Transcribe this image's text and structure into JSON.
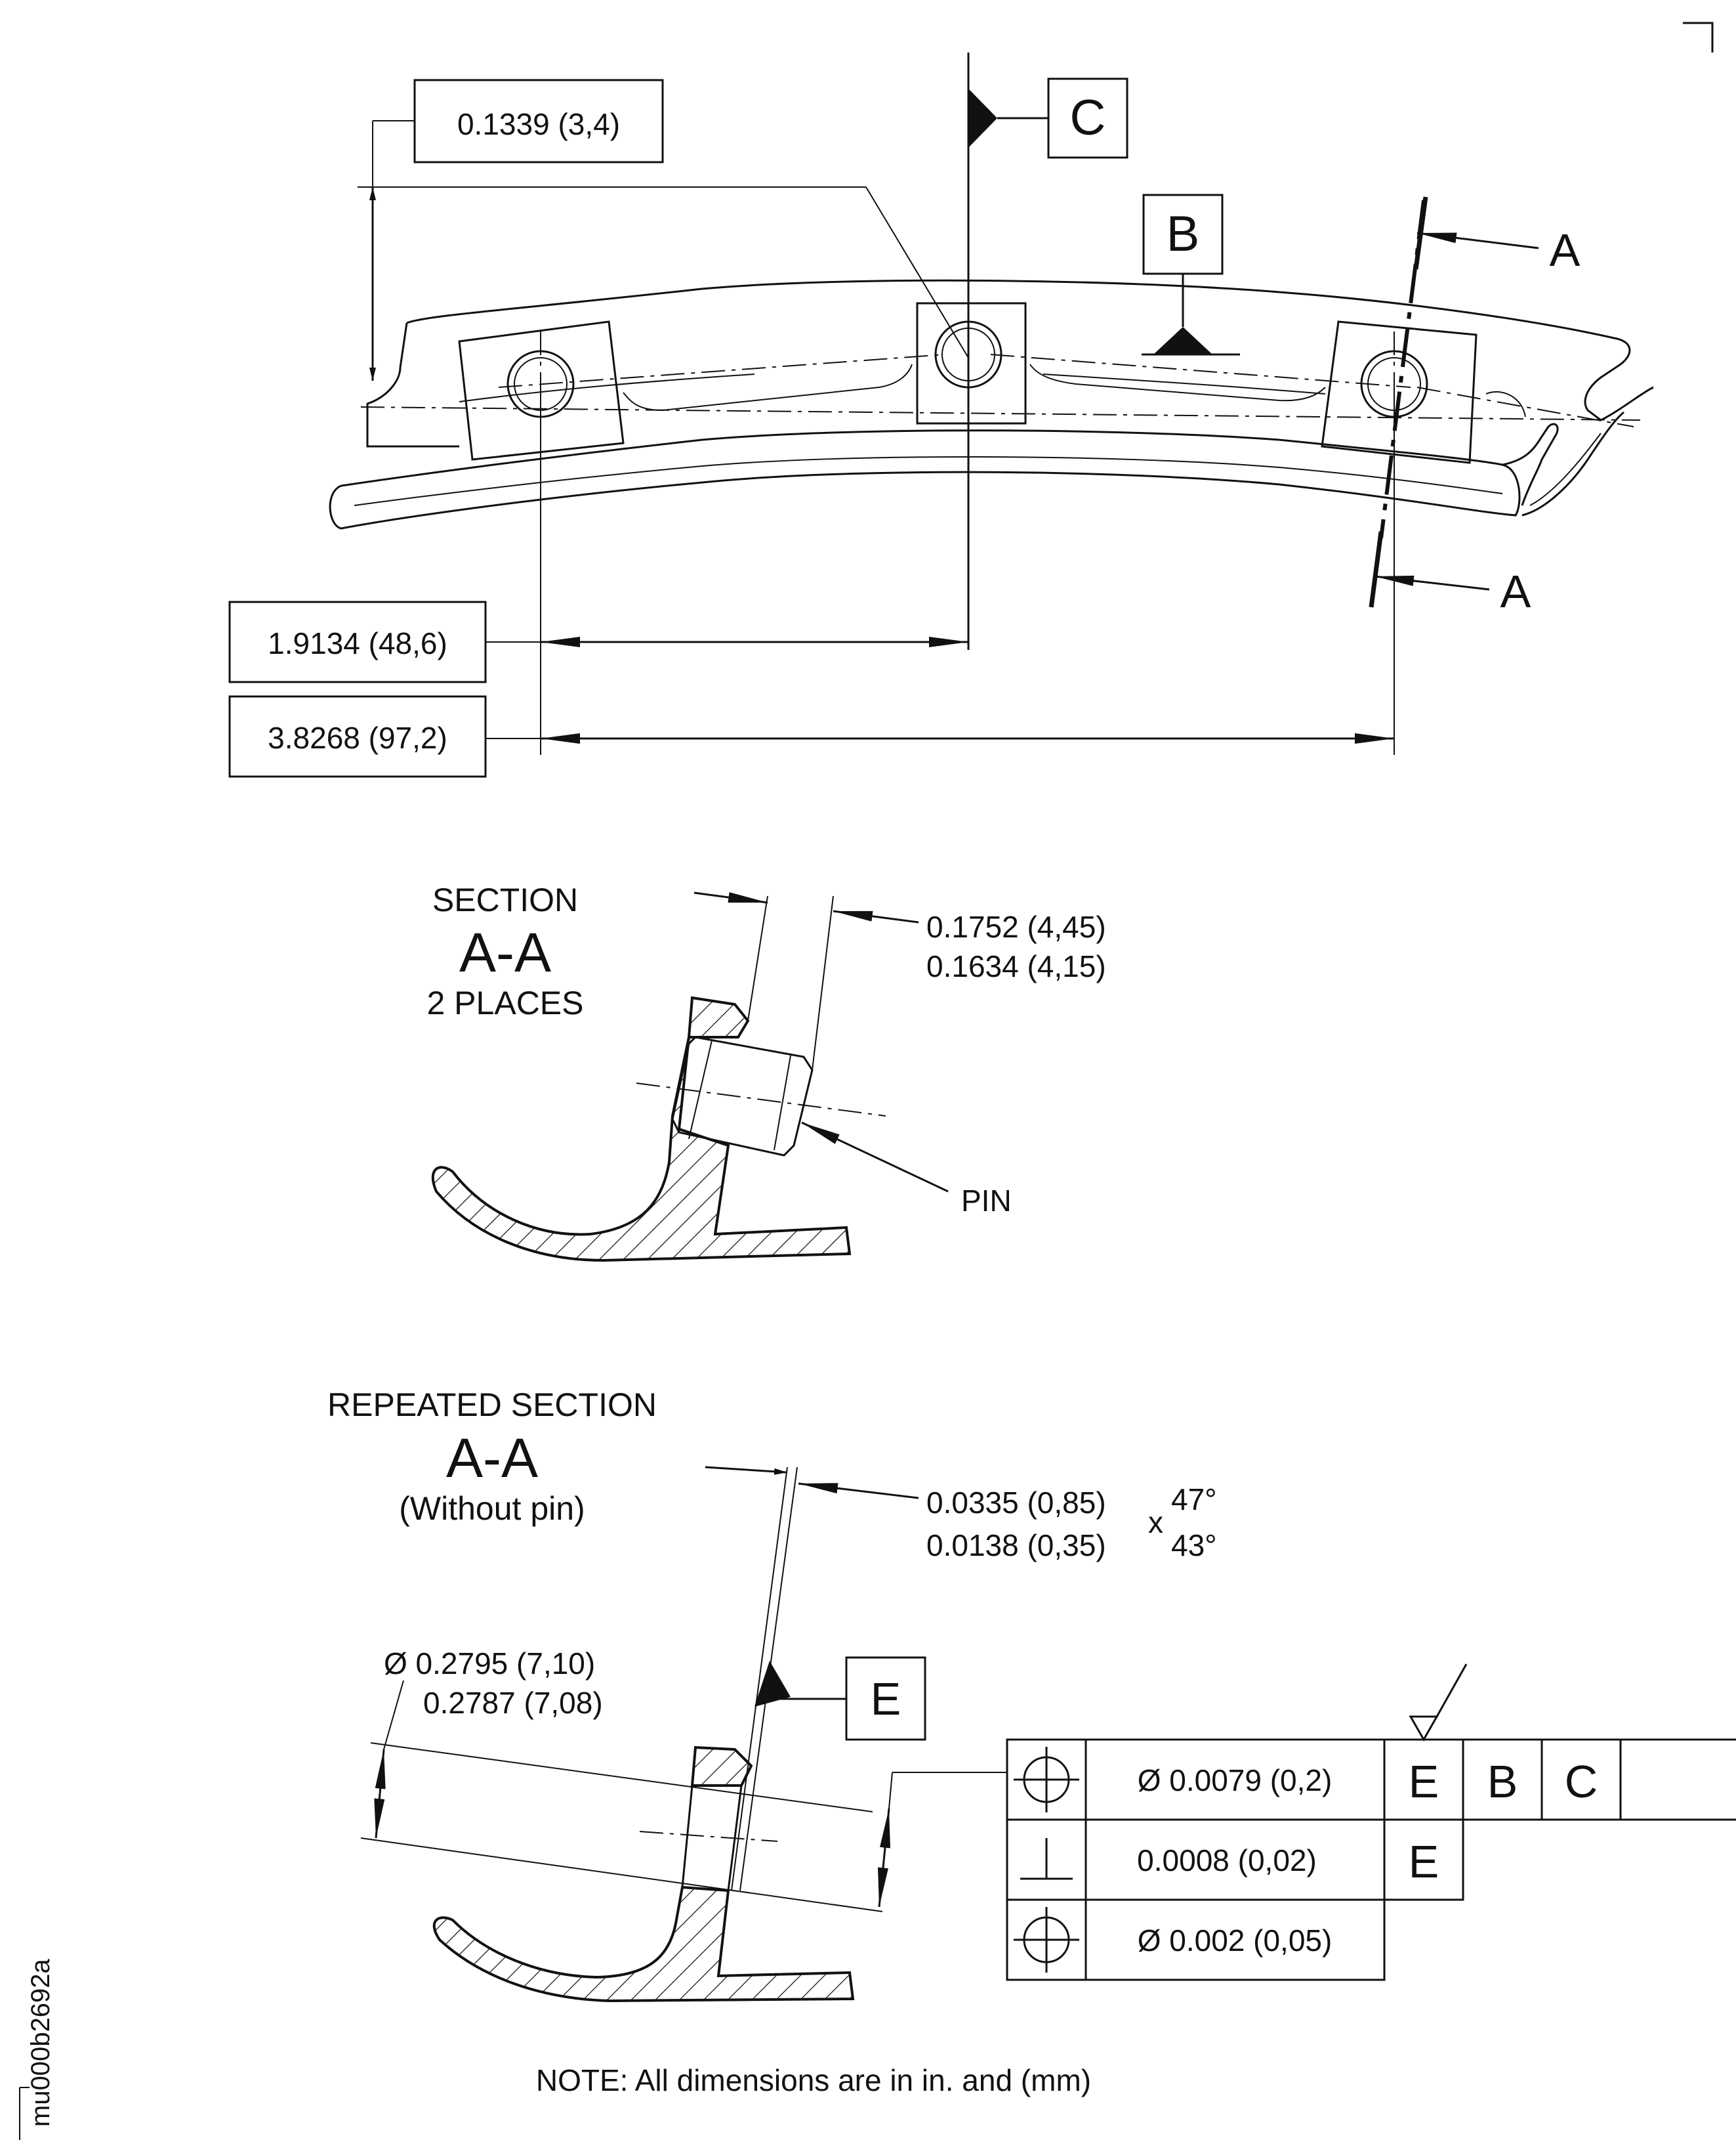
{
  "top_view": {
    "dim_height": "0.1339 (3,4)",
    "dim_half": "1.9134 (48,6)",
    "dim_full": "3.8268 (97,2)",
    "datum_c": "C",
    "datum_b": "B",
    "section_mark_top": "A",
    "section_mark_bottom": "A"
  },
  "section_view": {
    "title_line1": "SECTION",
    "title_line2": "A-A",
    "title_line3": "2 PLACES",
    "dim_upper": "0.1752 (4,45)",
    "dim_lower": "0.1634 (4,15)",
    "pin_label": "PIN"
  },
  "repeated_section": {
    "title_line1": "REPEATED SECTION",
    "title_line2": "A-A",
    "title_line3": "(Without pin)",
    "chamfer_upper": "0.0335 (0,85)",
    "chamfer_lower": "0.0138 (0,35)",
    "chamfer_x": "x",
    "angle_upper": "47°",
    "angle_lower": "43°",
    "dia_upper": "Ø 0.2795 (7,10)",
    "dia_lower": "0.2787 (7,08)",
    "datum_e": "E"
  },
  "fcf": {
    "rows": [
      {
        "symbol": "position-icon",
        "value": "Ø 0.0079 (0,2)",
        "refs": [
          "E",
          "B",
          "C"
        ]
      },
      {
        "symbol": "perpendicularity-icon",
        "value": "0.0008 (0,02)",
        "refs": [
          "E"
        ]
      },
      {
        "symbol": "position-icon",
        "value": "Ø 0.002 (0,05)",
        "refs": []
      }
    ]
  },
  "note": "NOTE: All dimensions are in in. and (mm)",
  "figure_id": "mu000b2692a"
}
